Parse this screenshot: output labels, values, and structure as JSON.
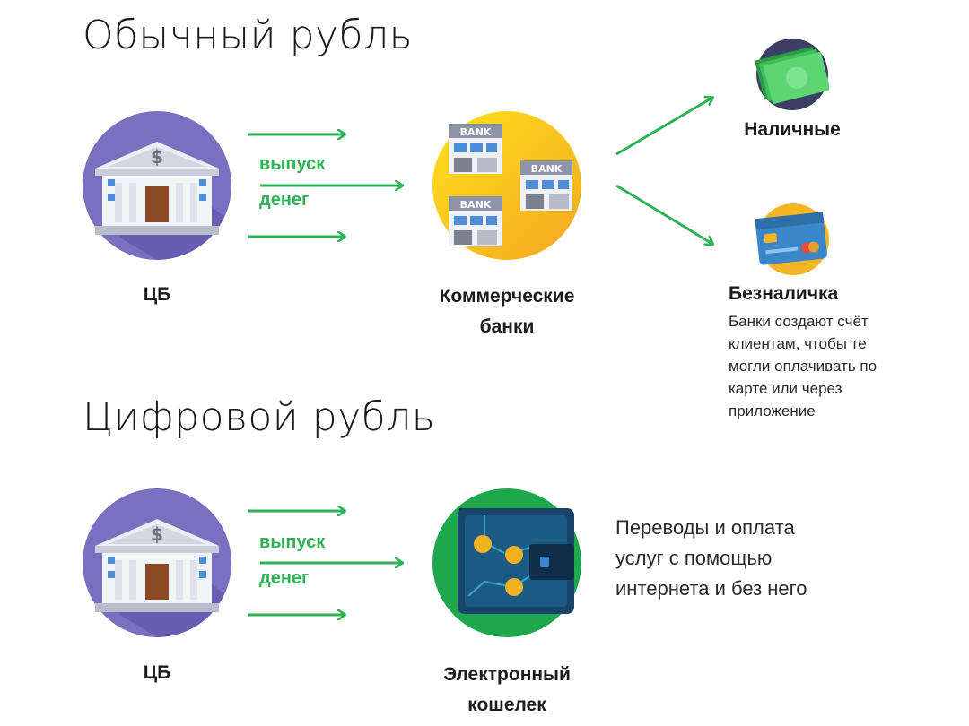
{
  "ordinary": {
    "title": "Обычный рубль",
    "cb_label": "ЦБ",
    "emission_line1": "выпуск",
    "emission_line2": "денег",
    "banks_line1": "Коммерческие",
    "banks_line2": "банки",
    "bank_sign": "BANK",
    "cash_label": "Наличные",
    "noncash_label": "Безналичка",
    "noncash_desc": [
      "Банки создают счёт",
      "клиентам, чтобы те",
      "могли оплачивать по",
      "карте или через",
      "приложение"
    ]
  },
  "digital": {
    "title": "Цифровой рубль",
    "cb_label": "ЦБ",
    "emission_line1": "выпуск",
    "emission_line2": "денег",
    "wallet_line1": "Электронный",
    "wallet_line2": "кошелек",
    "desc": [
      "Переводы и оплата",
      "услуг с помощью",
      "интернета и без него"
    ]
  },
  "colors": {
    "arrow": "#2fb155",
    "cb_circle": "#7b6fc0",
    "banks_circle": "#f9c21a",
    "wallet_circle": "#1fa84b",
    "cash_circle": "#3b3f63",
    "card_circle": "#f5b623"
  }
}
